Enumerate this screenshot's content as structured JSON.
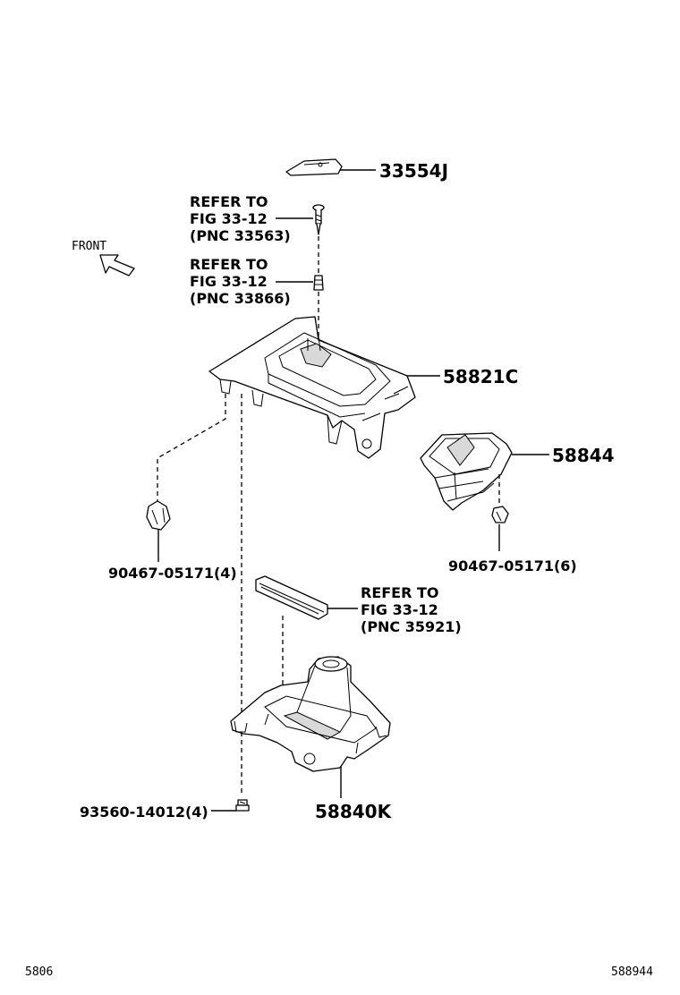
{
  "labels": {
    "p33554j": "33554J",
    "ref1_l1": "REFER TO",
    "ref1_l2": "FIG 33-12",
    "ref1_l3": "(PNC 33563)",
    "front": "FRONT",
    "ref2_l1": "REFER TO",
    "ref2_l2": "FIG 33-12",
    "ref2_l3": "(PNC 33866)",
    "p58821c": "58821C",
    "p58844": "58844",
    "p90467a": "90467-05171(4)",
    "p90467b": "90467-05171(6)",
    "ref3_l1": "REFER TO",
    "ref3_l2": "FIG 33-12",
    "ref3_l3": "(PNC 35921)",
    "p93560": "93560-14012(4)",
    "p58840k": "58840K",
    "footer_left": "5806",
    "footer_right": "588944"
  },
  "colors": {
    "ink": "#000000",
    "background": "#ffffff"
  }
}
